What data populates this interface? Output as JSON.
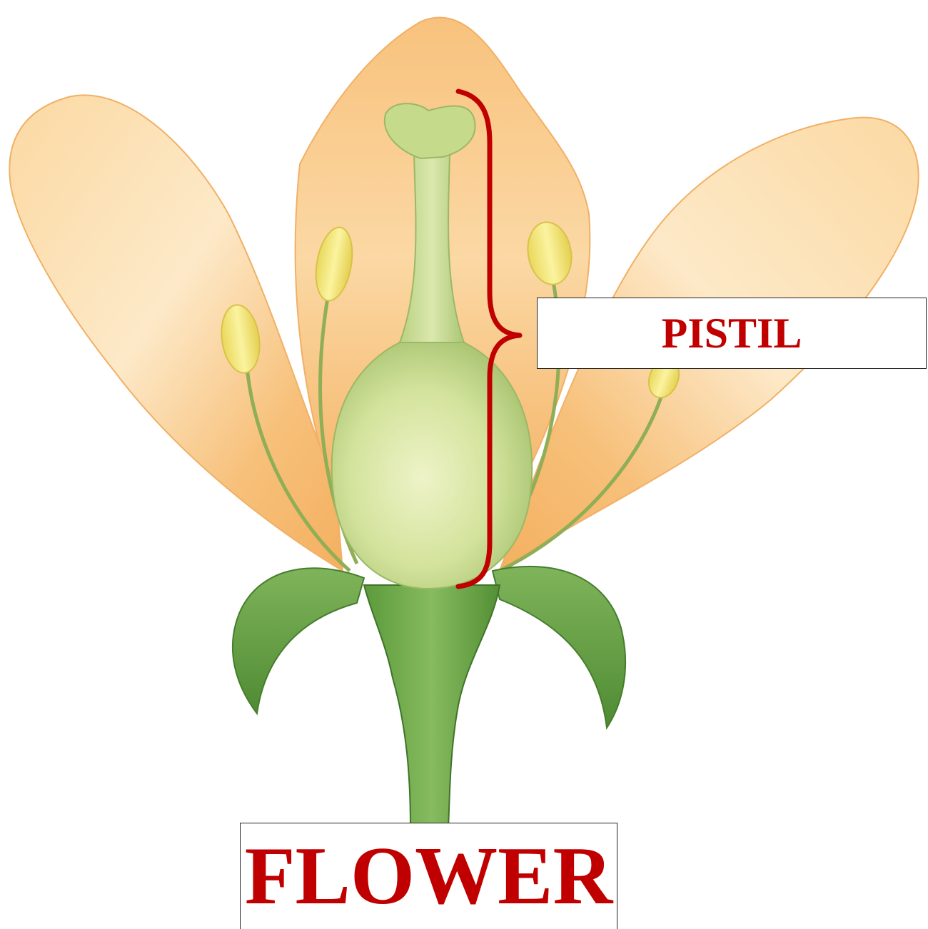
{
  "diagram": {
    "pistil_label": "PISTIL",
    "flower_label": "FLOWER",
    "colors": {
      "label_text": "#c00000",
      "bracket": "#c00000",
      "petal": "#f6b865",
      "petal_light": "#fde8c4",
      "pistil": "#c8dc8e",
      "sepal": "#5d9b3d",
      "stamen_anther": "#f3e36a",
      "filament": "#8fae55"
    },
    "icons": [
      "flower-illustration",
      "curly-bracket"
    ]
  }
}
